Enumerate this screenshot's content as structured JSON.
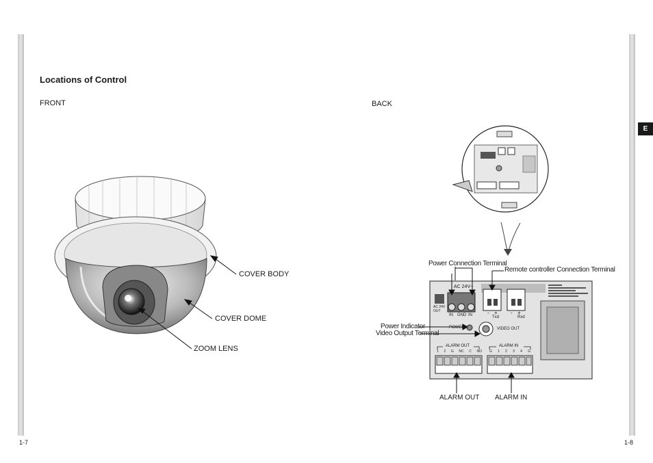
{
  "section_title": "Locations of Control",
  "front": {
    "heading": "FRONT",
    "labels": {
      "cover_body": "COVER BODY",
      "cover_dome": "COVER DOME",
      "zoom_lens": "ZOOM LENS"
    }
  },
  "back": {
    "heading": "BACK",
    "callouts": {
      "power_connection_terminal": "Power Connection Terminal",
      "remote_controller_terminal": "Remote controller Connection Terminal",
      "power_indicator": "Power Indicator",
      "video_output_terminal": "Video Output Terminal",
      "alarm_out": "ALARM OUT",
      "alarm_in": "ALARM IN"
    },
    "panel": {
      "ac_24v": "AC 24V~",
      "ac_24v_out": "AC 24V OUT",
      "in": "IN",
      "gnd": "GND",
      "in2": "IN",
      "txd": "Txd",
      "rxd": "Rxd",
      "minus": "-",
      "plus": "+",
      "power": "POWER",
      "video_out": "VIDEO OUT",
      "alarm_out": "ALARM OUT",
      "alarm_in": "ALARM IN",
      "alarm_out_pins": [
        "1",
        "2",
        "G",
        "NC",
        "C",
        "NO"
      ],
      "alarm_in_pins": [
        "G",
        "1",
        "2",
        "3",
        "4",
        "G"
      ]
    }
  },
  "language_tab": "E",
  "page_left": "1-7",
  "page_right": "1-8"
}
